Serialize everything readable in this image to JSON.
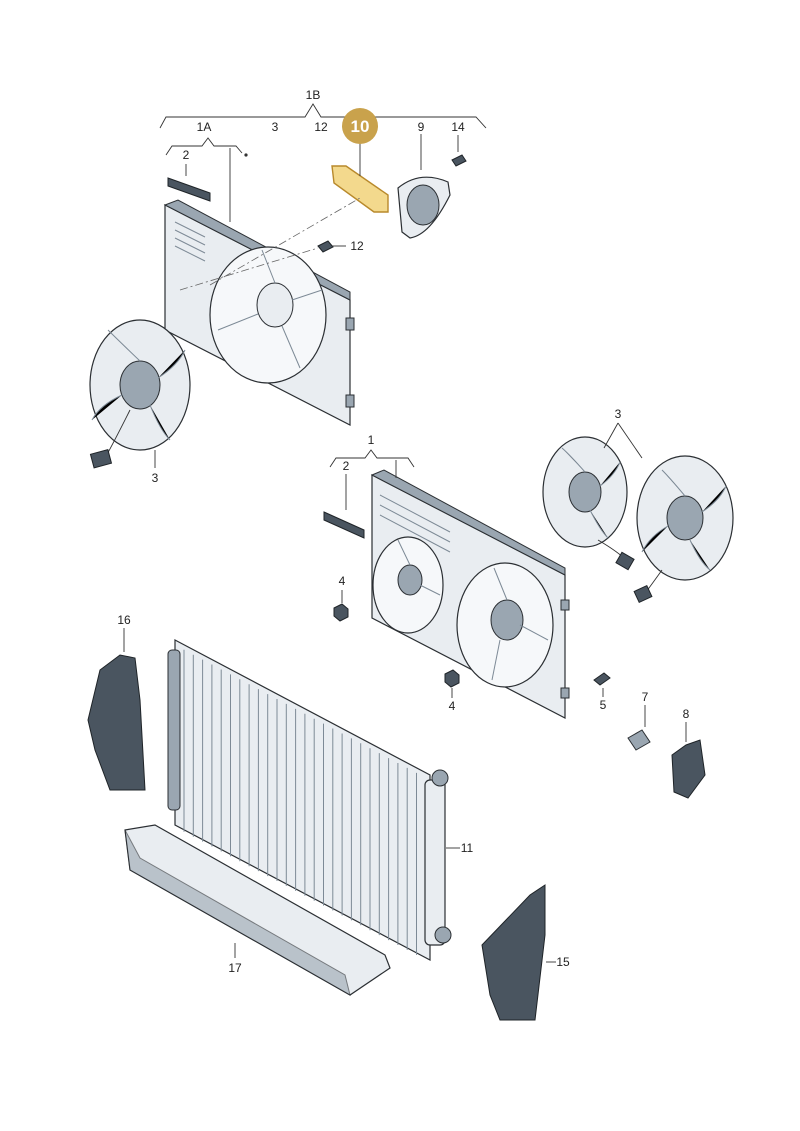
{
  "labels": {
    "l_1B": "1B",
    "l_1A": "1A",
    "l_3_top": "3",
    "l_12_top": "12",
    "l_9": "9",
    "l_14": "14",
    "l_2_top": "2",
    "l_12_screw": "12",
    "l_3_fanleft": "3",
    "l_3_fanright": "3",
    "l_1": "1",
    "l_2_mid": "2",
    "l_4_upper": "4",
    "l_4_lower": "4",
    "l_5": "5",
    "l_7": "7",
    "l_8": "8",
    "l_16": "16",
    "l_11": "11",
    "l_15": "15",
    "l_17": "17"
  },
  "highlight": {
    "number": "10",
    "color": "#c9a24c"
  }
}
